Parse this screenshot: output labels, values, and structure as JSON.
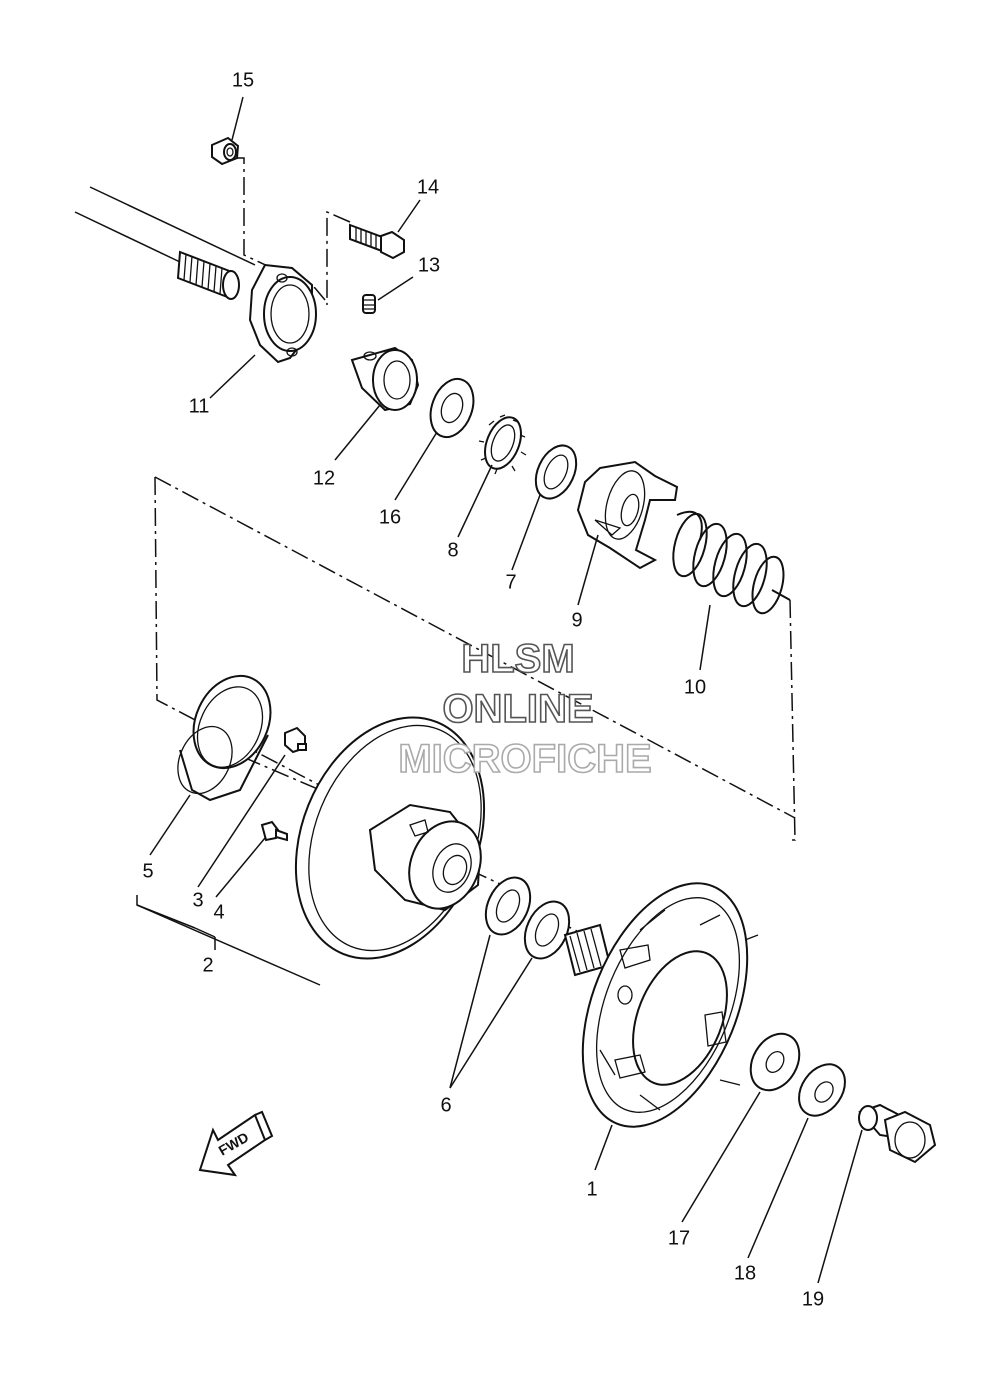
{
  "watermark": {
    "line1": "HLSM",
    "line2": "ONLINE",
    "line3": "MICROFICHE"
  },
  "direction_badge": "FWD",
  "callouts": [
    {
      "id": "1",
      "text": "1"
    },
    {
      "id": "2",
      "text": "2"
    },
    {
      "id": "3",
      "text": "3"
    },
    {
      "id": "4",
      "text": "4"
    },
    {
      "id": "5",
      "text": "5"
    },
    {
      "id": "6",
      "text": "6"
    },
    {
      "id": "7",
      "text": "7"
    },
    {
      "id": "8",
      "text": "8"
    },
    {
      "id": "9",
      "text": "9"
    },
    {
      "id": "10",
      "text": "10"
    },
    {
      "id": "11",
      "text": "11"
    },
    {
      "id": "12",
      "text": "12"
    },
    {
      "id": "13",
      "text": "13"
    },
    {
      "id": "14",
      "text": "14"
    },
    {
      "id": "15",
      "text": "15"
    },
    {
      "id": "16",
      "text": "16"
    },
    {
      "id": "17",
      "text": "17"
    },
    {
      "id": "18",
      "text": "18"
    },
    {
      "id": "19",
      "text": "19"
    }
  ]
}
